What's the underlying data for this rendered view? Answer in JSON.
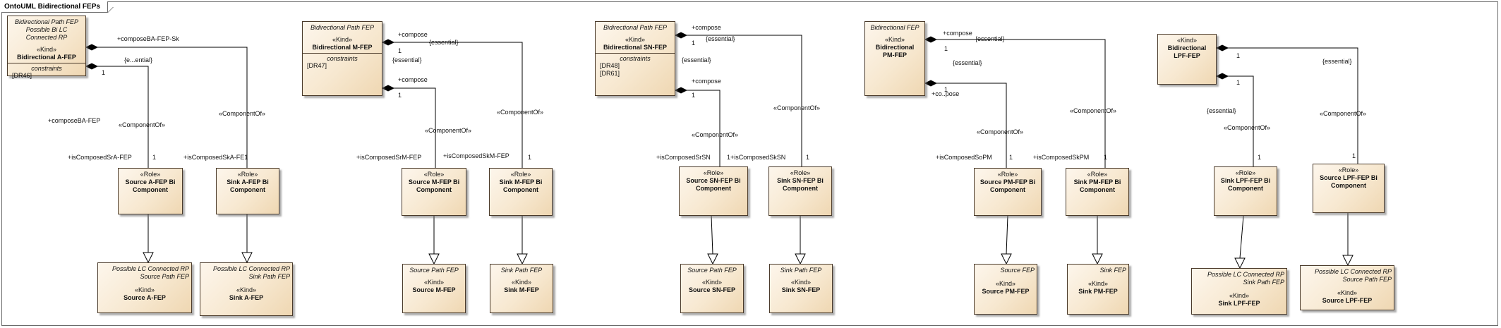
{
  "diagram": {
    "title": "OntoUML Bidirectional FEPs"
  },
  "classes": {
    "bi_a": {
      "italic": [
        "Bidirectional Path FEP",
        "Possible Bi LC Connected RP"
      ],
      "stereotype": "«Kind»",
      "name": [
        "Bidirectional A-FEP"
      ],
      "constraints_title": "constraints",
      "constraints": [
        "[DR46]"
      ]
    },
    "bi_m": {
      "italic": [
        "Bidirectional Path FEP"
      ],
      "stereotype": "«Kind»",
      "name": [
        "Bidirectional M-FEP"
      ],
      "constraints_title": "constraints",
      "constraints": [
        "[DR47]"
      ]
    },
    "bi_sn": {
      "italic": [
        "Bidirectional Path FEP"
      ],
      "stereotype": "«Kind»",
      "name": [
        "Bidirectional SN-FEP"
      ],
      "constraints_title": "constraints",
      "constraints": [
        "[DR48]",
        "[DR61]"
      ]
    },
    "bi_pm": {
      "italic": [
        "Bidirectional FEP"
      ],
      "stereotype": "«Kind»",
      "name": [
        "Bidirectional",
        "PM-FEP"
      ]
    },
    "bi_lpf": {
      "italic": [],
      "stereotype": "«Kind»",
      "name": [
        "Bidirectional",
        "LPF-FEP"
      ]
    },
    "role_src_a": {
      "stereotype": "«Role»",
      "name": [
        "Source A-FEP Bi",
        "Component"
      ]
    },
    "role_sink_a": {
      "stereotype": "«Role»",
      "name": [
        "Sink A-FEP Bi",
        "Component"
      ]
    },
    "role_src_m": {
      "stereotype": "«Role»",
      "name": [
        "Source M-FEP Bi",
        "Component"
      ]
    },
    "role_sink_m": {
      "stereotype": "«Role»",
      "name": [
        "Sink M-FEP Bi",
        "Component"
      ]
    },
    "role_src_sn": {
      "stereotype": "«Role»",
      "name": [
        "Source SN-FEP Bi",
        "Component"
      ]
    },
    "role_sink_sn": {
      "stereotype": "«Role»",
      "name": [
        "Sink SN-FEP Bi",
        "Component"
      ]
    },
    "role_src_pm": {
      "stereotype": "«Role»",
      "name": [
        "Source PM-FEP Bi",
        "Component"
      ]
    },
    "role_sink_pm": {
      "stereotype": "«Role»",
      "name": [
        "Sink PM-FEP Bi",
        "Component"
      ]
    },
    "role_sink_lpf": {
      "stereotype": "«Role»",
      "name": [
        "Sink LPF-FEP Bi",
        "Component"
      ]
    },
    "role_src_lpf": {
      "stereotype": "«Role»",
      "name": [
        "Source LPF-FEP Bi",
        "Component"
      ]
    },
    "src_a": {
      "italic": [
        "Possible LC Connected RP",
        "Source Path FEP"
      ],
      "stereotype": "«Kind»",
      "name": [
        "Source A-FEP"
      ]
    },
    "sink_a": {
      "italic": [
        "Possible LC Connected RP",
        "Sink Path FEP"
      ],
      "stereotype": "«Kind»",
      "name": [
        "Sink A-FEP"
      ]
    },
    "src_m": {
      "italic": [
        "Source Path FEP"
      ],
      "stereotype": "«Kind»",
      "name": [
        "Source M-FEP"
      ]
    },
    "sink_m": {
      "italic": [
        "Sink Path FEP"
      ],
      "stereotype": "«Kind»",
      "name": [
        "Sink M-FEP"
      ]
    },
    "src_sn": {
      "italic": [
        "Source Path FEP"
      ],
      "stereotype": "«Kind»",
      "name": [
        "Source SN-FEP"
      ]
    },
    "sink_sn": {
      "italic": [
        "Sink Path FEP"
      ],
      "stereotype": "«Kind»",
      "name": [
        "Sink SN-FEP"
      ]
    },
    "src_pm": {
      "italic": [
        "Source FEP"
      ],
      "stereotype": "«Kind»",
      "name": [
        "Source PM-FEP"
      ]
    },
    "sink_pm": {
      "italic": [
        "Sink FEP"
      ],
      "stereotype": "«Kind»",
      "name": [
        "Sink PM-FEP"
      ]
    },
    "sink_lpf": {
      "italic": [
        "Possible LC Connected RP",
        "Sink Path FEP"
      ],
      "stereotype": "«Kind»",
      "name": [
        "Sink LPF-FEP"
      ]
    },
    "src_lpf": {
      "italic": [
        "Possible LC Connected RP",
        "Source Path FEP"
      ],
      "stereotype": "«Kind»",
      "name": [
        "Source LPF-FEP"
      ]
    }
  },
  "labels": {
    "a_compose1": "+composeBA-FEP-Sk",
    "a_ess1": "{e...ential}",
    "a_mult1": "1",
    "a_compose2": "+composeBA-FEP",
    "a_co1": "«ComponentOf»",
    "a_co2": "«ComponentOf»",
    "a_rn1": "+isComposedSrA-FEP",
    "a_rm1": "1",
    "a_rn2": "+isComposedSkA-FE1",
    "m_compose1": "+compose",
    "m_ess1": "{essential}",
    "m_mult1": "1",
    "m_ess2": "{essential}",
    "m_compose2": "+compose",
    "m_mult2": "1",
    "m_co1": "«ComponentOf»",
    "m_co2": "«ComponentOf»",
    "m_rn1": "+isComposedSrM-FEP",
    "m_rn2": "+isComposedSkM-FEP",
    "m_rm2": "1",
    "sn_compose1": "+compose",
    "sn_ess1": "{essential}",
    "sn_mult1": "1",
    "sn_ess2": "{essential}",
    "sn_compose2": "+compose",
    "sn_mult2": "1",
    "sn_co1": "«ComponentOf»",
    "sn_co2": "«ComponentOf»",
    "sn_rn1": "+isComposedSrSN",
    "sn_rn2": "1+isComposedSkSN",
    "sn_rm2": "1",
    "pm_compose1": "+compose",
    "pm_ess1": "{essential}",
    "pm_mult1": "1",
    "pm_ess2": "{essential}",
    "pm_compose2": "+co..pose",
    "pm_mult2": "1",
    "pm_co1": "«ComponentOf»",
    "pm_co2": "«ComponentOf»",
    "pm_rn1": "+isComposedSoPM",
    "pm_rm1": "1",
    "pm_rn2": "+isComposedSkPM",
    "pm_rm2": "1",
    "lpf_mult1": "1",
    "lpf_ess1": "{essential}",
    "lpf_mult2": "1",
    "lpf_ess2": "{essential}",
    "lpf_co1": "«ComponentOf»",
    "lpf_co2": "«ComponentOf»",
    "lpf_rm1": "1",
    "lpf_rm2": "1"
  },
  "colors": {
    "line": "#000000",
    "class_fill": "#f7e8d0",
    "class_border": "#4a3a2a"
  }
}
